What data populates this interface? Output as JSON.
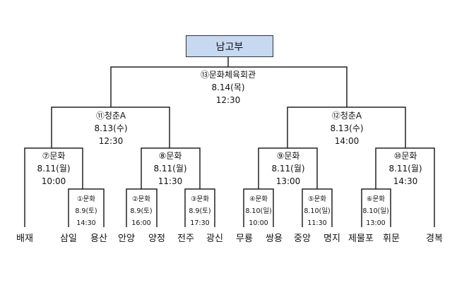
{
  "title": "남고부",
  "matches": {
    "m13": [
      "⑬문화체육회관",
      "8.14(목)",
      "12:30"
    ],
    "m11": [
      "⑪청춘A",
      "8.13(수)",
      "12:30"
    ],
    "m12": [
      "⑫청춘A",
      "8.13(수)",
      "14:00"
    ],
    "m7": [
      "⑦문화",
      "8.11(월)",
      "10:00"
    ],
    "m8": [
      "⑧문화",
      "8.11(월)",
      "11:30"
    ],
    "m9": [
      "⑨문화",
      "8.11(월)",
      "13:00"
    ],
    "m10": [
      "⑩문화",
      "8.11(월)",
      "14:30"
    ],
    "m1": [
      "①문화",
      "8.9(토)",
      "14:30"
    ],
    "m2": [
      "②문화",
      "8.9(토)",
      "16:00"
    ],
    "m3": [
      "③문화",
      "8.9(토)",
      "17:30"
    ],
    "m4": [
      "④문화",
      "8.10(일)",
      "10:00"
    ],
    "m5": [
      "⑤문화",
      "8.10(일)",
      "11:30"
    ],
    "m6": [
      "⑥문화",
      "8.10(일)",
      "13:00"
    ]
  },
  "teams": [
    "배재",
    "삼일",
    "용산",
    "안양",
    "양정",
    "전주",
    "광신",
    "무룡",
    "쌍용",
    "중앙",
    "명지",
    "제물포",
    "휘문",
    "경복"
  ]
}
